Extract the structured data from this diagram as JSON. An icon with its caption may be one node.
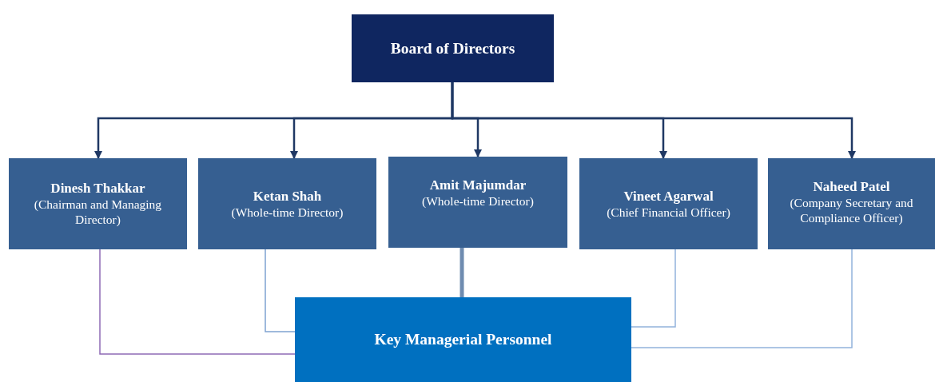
{
  "diagram": {
    "nodes": [
      {
        "text": [
          "Board of Directors"
        ]
      },
      {
        "text": [
          "Dinesh Thakkar",
          "(Chairman and Managing Director)"
        ]
      },
      {
        "text": [
          "Ketan Shah",
          "(Whole-time Director)"
        ]
      },
      {
        "text": [
          "Amit Majumdar",
          "(Whole-time Director)"
        ]
      },
      {
        "text": [
          "Vineet Agarwal",
          "(Chief Financial Officer)"
        ]
      },
      {
        "text": [
          "Naheed Patel",
          "(Company Secretary and Compliance Officer)"
        ]
      },
      {
        "text": [
          "Key Managerial Personnel"
        ]
      }
    ],
    "edges": [
      {
        "from": 0,
        "to": 1,
        "arrow": "to"
      },
      {
        "from": 0,
        "to": 2,
        "arrow": "to"
      },
      {
        "from": 0,
        "to": 3,
        "arrow": "to"
      },
      {
        "from": 0,
        "to": 4,
        "arrow": "to"
      },
      {
        "from": 0,
        "to": 5,
        "arrow": "to"
      },
      {
        "from": 1,
        "to": 6,
        "arrow": "none",
        "color": "#8e6bb5"
      },
      {
        "from": 2,
        "to": 6,
        "arrow": "none",
        "color": "#7fa3d1"
      },
      {
        "from": 3,
        "to": 6,
        "arrow": "none",
        "style": "thick",
        "color": "#6f8cb0"
      },
      {
        "from": 4,
        "to": 6,
        "arrow": "none",
        "color": "#93b3dc"
      },
      {
        "from": 5,
        "to": 6,
        "arrow": "none",
        "color": "#93b3dc"
      }
    ]
  }
}
